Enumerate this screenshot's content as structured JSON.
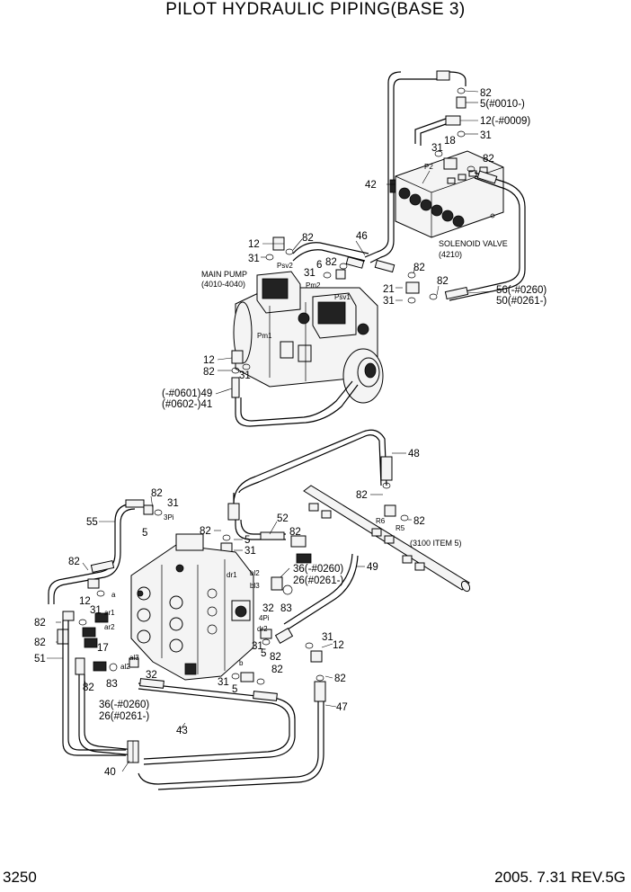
{
  "title": "PILOT HYDRAULIC PIPING(BASE 3)",
  "footer": {
    "page_number": "3250",
    "revision": "2005. 7.31 REV.5G"
  },
  "callouts": {
    "c82_top": "82",
    "c5_top": "5(#0010-)",
    "c12_top": "12(-#0009)",
    "c31_top": "31",
    "c18": "18",
    "c31_sv": "31",
    "c82_sv": "82",
    "c42": "42",
    "c12_pump": "12",
    "c82_pump": "82",
    "c46": "46",
    "c31_pump": "31",
    "c31_b": "31",
    "c6": "6",
    "c82_b": "82",
    "c82_c": "82",
    "c21": "21",
    "c31_c": "31",
    "c82_d": "82",
    "c56": "56(-#0260)",
    "c50": "50(#0261-)",
    "c12_low": "12",
    "c82_low": "82",
    "c31_low": "31",
    "c49_a": "(-#0601)49",
    "c41": "(#0602-)41",
    "c48": "48",
    "c82_e": "82",
    "c31_e": "31",
    "c55": "55",
    "c5_e": "5",
    "c82_f": "82",
    "c82_g": "82",
    "c52": "52",
    "c5_g": "5",
    "c31_g": "31",
    "c82_h": "82",
    "c36_a": "36(-#0260)",
    "c26_a": "26(#0261-)",
    "c49_b": "49",
    "c82_left": "82",
    "c12_left": "12",
    "c31_left": "31",
    "c82_l1": "82",
    "c82_l2": "82",
    "c51": "51",
    "c17": "17",
    "c83_a": "83",
    "c32_a": "32",
    "c82_l3": "82",
    "c36_b": "36(-#0260)",
    "c26_b": "26(#0261-)",
    "c31_m": "31",
    "c5_m": "5",
    "c82_m": "82",
    "c32_b": "32",
    "c5_n": "5",
    "c82_n": "82",
    "c31_n": "31",
    "c83_b": "83",
    "c31_r": "31",
    "c12_r": "12",
    "c82_r": "82",
    "c47": "47",
    "c43": "43",
    "c40": "40"
  },
  "labels": {
    "solenoid_valve": "SOLENOID VALVE",
    "solenoid_code": "(4210)",
    "main_pump": "MAIN PUMP",
    "main_pump_code": "(4010-4040)",
    "item_ref": "(3100 ITEM 5)",
    "port_p2": "P2",
    "port_psv2": "Psv2",
    "port_pm2": "Pm2",
    "port_psv1": "Psv1",
    "port_pm1": "Pm1",
    "port_r6": "R6",
    "port_r5": "R5",
    "port_3pi": "3Pi",
    "port_4pi": "4Pi",
    "port_dr1": "dr1",
    "port_dr2": "dr2",
    "port_bl2": "bl2",
    "port_bl3": "bl3",
    "port_a": "a",
    "port_ar1": "ar1",
    "port_ar2": "ar2",
    "port_al2": "al2",
    "port_al3": "al3",
    "port_b": "b"
  }
}
